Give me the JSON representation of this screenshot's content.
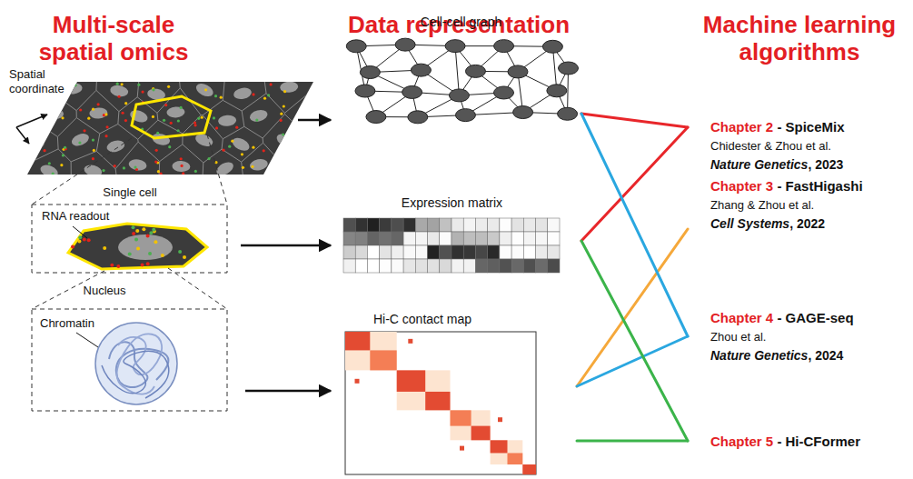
{
  "diagram": {
    "nodes": [
      {
        "text": [
          "Cell-cell graph"
        ]
      },
      {
        "text": [
          "Expression matrix"
        ]
      },
      {
        "text": [
          "Hi-C contact map"
        ]
      },
      {
        "text": [
          "Chapter 2",
          "- SpiceMix",
          "Chidester & Zhou et al.",
          "Nature Genetics",
          ", 2023"
        ]
      },
      {
        "text": [
          "Chapter 3",
          "- FastHigashi",
          "Zhang & Zhou et al.",
          "Cell Systems",
          ", 2022"
        ]
      },
      {
        "text": [
          "Chapter 4",
          "- GAGE-seq",
          "Zhou et al.",
          "Nature Genetics",
          ", 2024"
        ]
      },
      {
        "text": [
          "Chapter 5",
          "- Hi-CFormer"
        ]
      }
    ],
    "edges": [
      {
        "from": 0,
        "to": 3,
        "arrow": "none"
      },
      {
        "from": 1,
        "to": 3,
        "arrow": "none"
      },
      {
        "from": 2,
        "to": 4,
        "arrow": "none"
      },
      {
        "from": 0,
        "to": 5,
        "arrow": "none"
      },
      {
        "from": 2,
        "to": 5,
        "arrow": "none"
      },
      {
        "from": 1,
        "to": 6,
        "arrow": "none"
      },
      {
        "from": 2,
        "to": 6,
        "arrow": "none"
      }
    ],
    "labels": [
      "Multi-scale spatial omics",
      "Data representation",
      "Machine learning algorithms",
      "Spatial coordinate",
      "Single cell",
      "RNA readout",
      "Nucleus",
      "Chromatin"
    ]
  }
}
